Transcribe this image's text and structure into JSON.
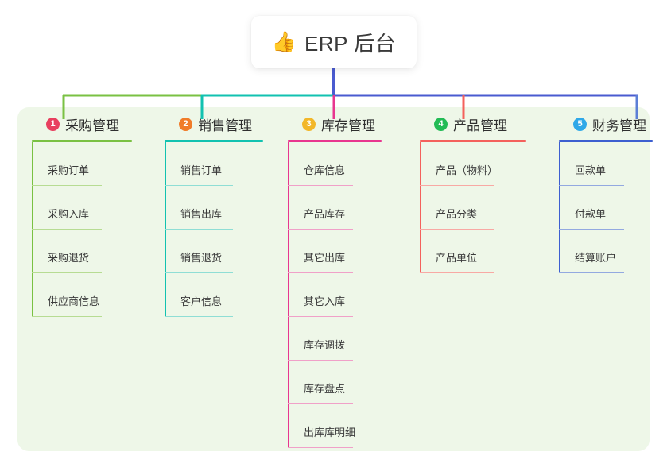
{
  "root": {
    "icon": "thumbs-up-icon",
    "icon_glyph": "👍",
    "title": "ERP 后台"
  },
  "panel": {
    "background_color": "#eef7e8"
  },
  "connector_colors": {
    "green": "#7ac143",
    "teal": "#12c2b0",
    "indigo": "#4a5bd0",
    "pink": "#e8368f",
    "red": "#f4615c",
    "blue": "#5c7fd6"
  },
  "columns": [
    {
      "index": "1",
      "badge": "1",
      "badge_color": "#e8405f",
      "title": "采购管理",
      "accent": "#7ac143",
      "accent_light": "#b7dc93",
      "items": [
        {
          "label": "采购订单"
        },
        {
          "label": "采购入库"
        },
        {
          "label": "采购退货"
        },
        {
          "label": "供应商信息"
        }
      ]
    },
    {
      "index": "2",
      "badge": "2",
      "badge_color": "#f07c29",
      "title": "销售管理",
      "accent": "#12c2b0",
      "accent_light": "#8fded5",
      "items": [
        {
          "label": "销售订单"
        },
        {
          "label": "销售出库"
        },
        {
          "label": "销售退货"
        },
        {
          "label": "客户信息"
        }
      ]
    },
    {
      "index": "3",
      "badge": "3",
      "badge_color": "#f2b729",
      "title": "库存管理",
      "accent": "#e8368f",
      "accent_light": "#f0a0c8",
      "items": [
        {
          "label": "仓库信息"
        },
        {
          "label": "产品库存"
        },
        {
          "label": "其它出库"
        },
        {
          "label": "其它入库"
        },
        {
          "label": "库存调拨"
        },
        {
          "label": "库存盘点"
        },
        {
          "label": "出库库明细"
        }
      ]
    },
    {
      "index": "4",
      "badge": "4",
      "badge_color": "#22bb55",
      "title": "产品管理",
      "accent": "#f4615c",
      "accent_light": "#f8a9a4",
      "items": [
        {
          "label": "产品（物料）"
        },
        {
          "label": "产品分类"
        },
        {
          "label": "产品单位"
        }
      ]
    },
    {
      "index": "5",
      "badge": "5",
      "badge_color": "#2fa8e8",
      "title": "财务管理",
      "accent": "#3d5fd0",
      "accent_light": "#93a9e0",
      "items": [
        {
          "label": "回款单"
        },
        {
          "label": "付款单"
        },
        {
          "label": "结算账户"
        }
      ]
    }
  ]
}
